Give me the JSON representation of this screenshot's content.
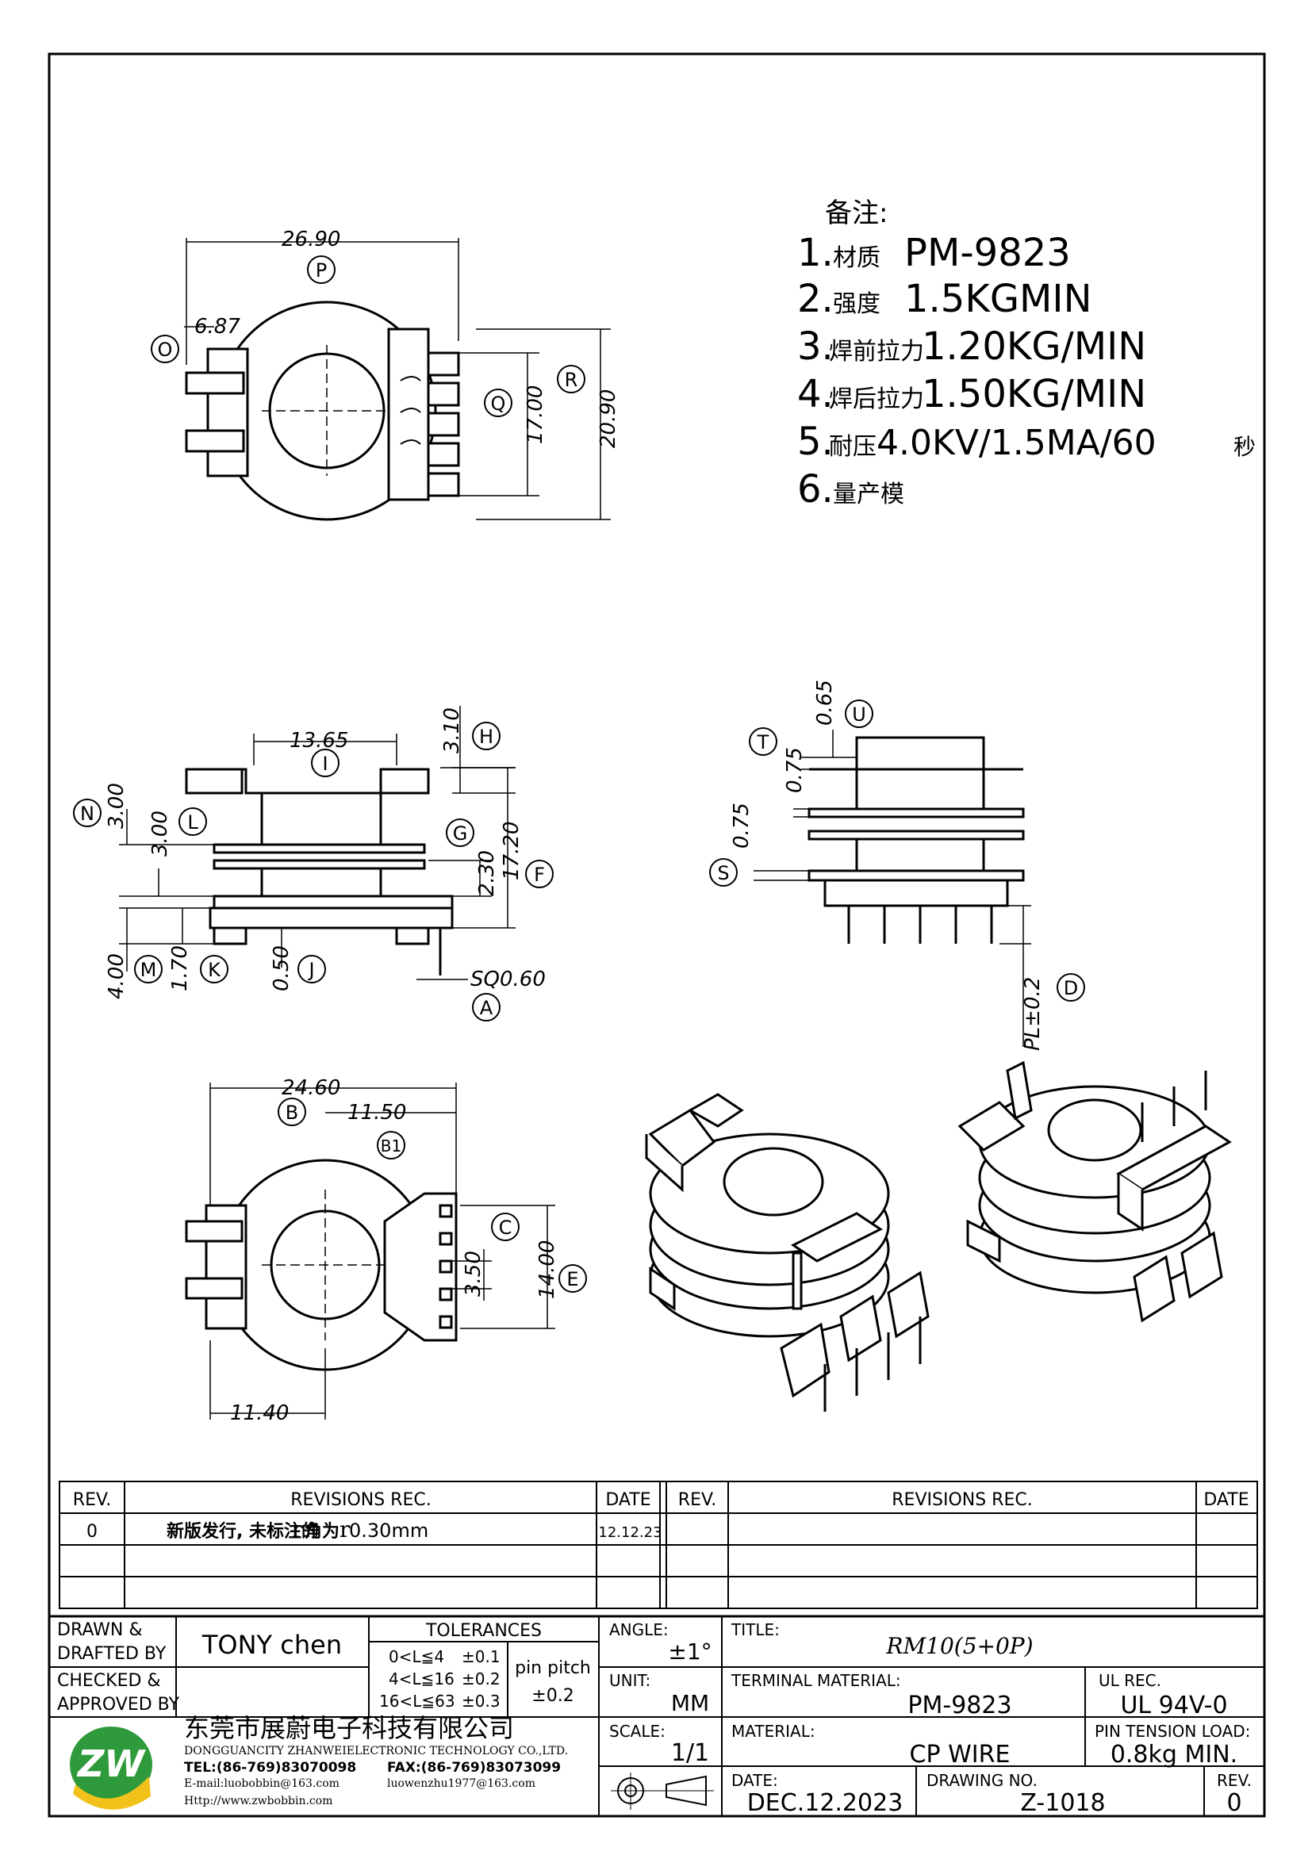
{
  "notes": {
    "heading": "备注:",
    "items": [
      {
        "num": "1.",
        "label": "材质",
        "value": "PM-9823"
      },
      {
        "num": "2.",
        "label": "强度",
        "value": "1.5KGMIN"
      },
      {
        "num": "3.",
        "label": "焊前拉力",
        "value": "1.20KG/MIN"
      },
      {
        "num": "4.",
        "label": "焊后拉力",
        "value": "1.50KG/MIN"
      },
      {
        "num": "5.",
        "label": "耐压",
        "value": "4.0KV/1.5MA/60",
        "suffix": "秒"
      },
      {
        "num": "6.",
        "label": "量产模",
        "value": ""
      }
    ]
  },
  "top_view": {
    "dims": {
      "width": "26.90",
      "offset": "6.87",
      "inner": "17.00",
      "outer": "20.90"
    },
    "tags": {
      "p": "P",
      "o": "O",
      "q": "Q",
      "r": "R"
    }
  },
  "side_view": {
    "dims": {
      "top_width": "13.65",
      "flange": "3.10",
      "n": "3.00",
      "l": "3.00",
      "g": "2.30",
      "f": "17.20",
      "m": "4.00",
      "k": "1.70",
      "j": "0.50",
      "pin": "SQ0.60"
    },
    "tags": {
      "i": "I",
      "h": "H",
      "n": "N",
      "l": "L",
      "g": "G",
      "f": "F",
      "m": "M",
      "k": "K",
      "j": "J",
      "a": "A"
    }
  },
  "front_view": {
    "dims": {
      "u": "0.65",
      "t": "0.75",
      "s": "0.75",
      "pl": "PL±0.2"
    },
    "tags": {
      "t": "T",
      "u": "U",
      "s": "S",
      "d": "D"
    }
  },
  "bottom_view": {
    "dims": {
      "width": "24.60",
      "b1": "11.50",
      "c": "3.50",
      "e": "14.00",
      "bottom": "11.40"
    },
    "tags": {
      "b": "B",
      "b1": "B1",
      "c": "C",
      "e": "E"
    }
  },
  "revisions": {
    "headers": {
      "rev": "REV.",
      "rec": "REVISIONS   REC.",
      "date": "DATE"
    },
    "rows": [
      {
        "rev": "0",
        "rec_prefix": "新版发行, 未标注的",
        "rec_r1": "r",
        "rec_mid": "角为",
        "rec_r2": "r",
        "rec_value": " 0.30mm",
        "date": "'12.12.23"
      }
    ]
  },
  "title_block": {
    "drawn_label_1": "DRAWN &",
    "drawn_label_2": "DRAFTED BY",
    "drawn_value": "TONY  chen",
    "checked_label_1": "CHECKED &",
    "checked_label_2": "APPROVED BY",
    "tolerances_title": "TOLERANCES",
    "tolerances": [
      {
        "range": "0<L≦4",
        "tol": "±0.1"
      },
      {
        "range": "4<L≦16",
        "tol": "±0.2"
      },
      {
        "range": "16<L≦63",
        "tol": "±0.3"
      }
    ],
    "pin_pitch_label": "pin  pitch",
    "pin_pitch_value": "±0.2",
    "angle_label": "ANGLE:",
    "angle_value": "±1°",
    "unit_label": "UNIT:",
    "unit_value": "MM",
    "scale_label": "SCALE:",
    "scale_value": "1/1",
    "title_label": "TITLE:",
    "title_value": "RM10(5+0P)",
    "terminal_label": "TERMINAL  MATERIAL:",
    "terminal_value": "PM-9823",
    "ul_label": "UL  REC.",
    "ul_value": "UL  94V-0",
    "material_label": "MATERIAL:",
    "material_value": "CP  WIRE",
    "pin_tension_label": "PIN  TENSION  LOAD:",
    "pin_tension_value": "0.8kg  MIN.",
    "date_label": "DATE:",
    "date_value": "DEC.12.2023",
    "drawing_no_label": "DRAWING  NO.",
    "drawing_no_value": "Z-1018",
    "rev_label": "REV.",
    "rev_value": "0",
    "company_cn": "东莞市展蔚电子科技有限公司",
    "company_en": "DONGGUANCITY  ZHANWEIELECTRONIC  TECHNOLOGY  CO.,LTD.",
    "tel": "TEL:(86-769)83070098",
    "fax": "FAX:(86-769)83073099",
    "email": "E-mail:luobobbin@163.com",
    "email2": "luowenzhu1977@163.com",
    "web": "Http://www.zwbobbin.com",
    "logo_colors": {
      "green": "#2f9a3c",
      "yellow": "#f2c21b"
    }
  }
}
